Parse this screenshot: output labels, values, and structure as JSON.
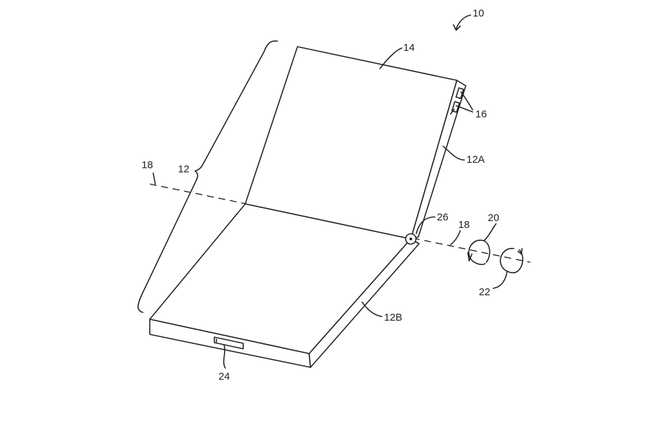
{
  "figure": {
    "labels": {
      "device": "10",
      "display": "14",
      "buttons": "16",
      "upper_housing": "12A",
      "lower_housing": "12B",
      "housing": "12",
      "axis_left": "18",
      "axis_right": "18",
      "hinge": "26",
      "rotation_1": "20",
      "rotation_2": "22",
      "port": "24"
    }
  }
}
